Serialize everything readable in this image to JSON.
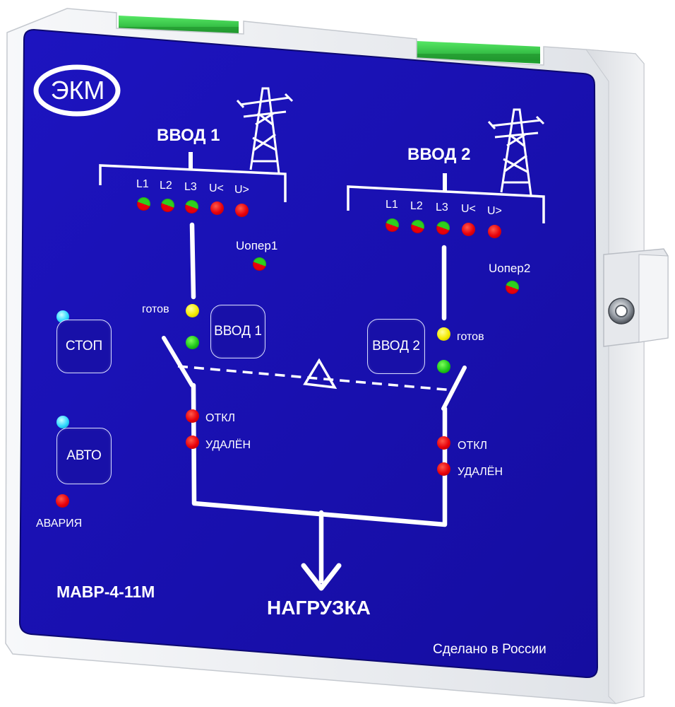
{
  "brand": {
    "logo_text": "ЭКМ"
  },
  "model": "МАВР-4-11М",
  "made_in": "Сделано в России",
  "load_label": "НАГРУЗКА",
  "input1": {
    "title": "ВВОД 1",
    "phase_labels": [
      "L1",
      "L2",
      "L3",
      "U<",
      "U>"
    ],
    "uoper_label": "Uопер1",
    "ready_label": "готов",
    "off_label": "ОТКЛ",
    "remote_label": "УДАЛЁН",
    "button_label": "ВВОД 1"
  },
  "input2": {
    "title": "ВВОД 2",
    "phase_labels": [
      "L1",
      "L2",
      "L3",
      "U<",
      "U>"
    ],
    "uoper_label": "Uопер2",
    "ready_label": "готов",
    "off_label": "ОТКЛ",
    "remote_label": "УДАЛЁН",
    "button_label": "ВВОД 2"
  },
  "controls": {
    "stop_label": "СТОП",
    "auto_label": "АВТО",
    "alarm_label": "АВАРИЯ"
  },
  "colors": {
    "panel_blue": "#1a10b5",
    "housing": "#eef0f3",
    "terminal_green": "#28c83a",
    "led_red": "#e8000b",
    "led_green": "#1ec81a",
    "led_yellow": "#f4ea00",
    "led_cyan": "#2ed8ff"
  }
}
